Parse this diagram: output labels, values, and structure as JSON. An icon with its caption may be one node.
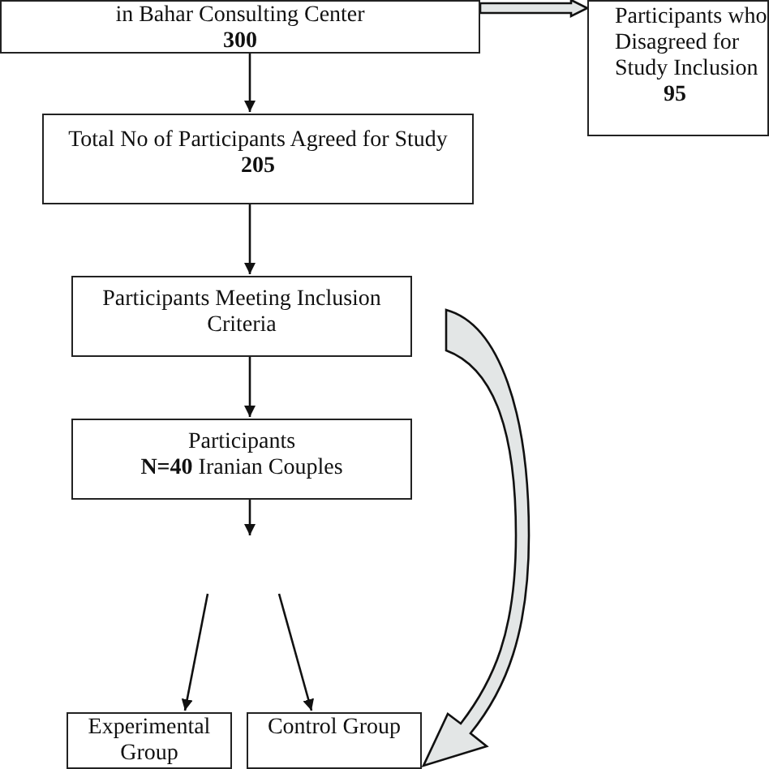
{
  "diagram": {
    "nodes": [
      {
        "text": [
          "in Bahar Consulting Center",
          "300"
        ]
      },
      {
        "text": [
          "Participants who Disagreed for Study Inclusion",
          "95"
        ]
      },
      {
        "text": [
          "Total No of Participants Agreed for Study",
          "205"
        ]
      },
      {
        "text": [
          "Participants Meeting Inclusion Criteria"
        ]
      },
      {
        "text": [
          "Participants",
          "**N=40** Iranian Couples"
        ]
      },
      {
        "text": [
          "Experimental Group"
        ]
      },
      {
        "text": [
          "Control Group"
        ]
      }
    ],
    "edges": [
      {
        "from": 0,
        "to": 1,
        "arrow": "to",
        "style": "thick",
        "color": "#e3e6e6"
      },
      {
        "from": 0,
        "to": 2,
        "arrow": "to"
      },
      {
        "from": 2,
        "to": 3,
        "arrow": "to"
      },
      {
        "from": 3,
        "to": 4,
        "arrow": "to"
      },
      {
        "from": 4,
        "to": null,
        "arrow": "to"
      },
      {
        "from": null,
        "to": 5,
        "arrow": "to"
      },
      {
        "from": null,
        "to": 6,
        "arrow": "to"
      },
      {
        "from": 3,
        "to": 6,
        "arrow": "to",
        "style": "thick",
        "color": "#e3e6e6"
      }
    ]
  }
}
